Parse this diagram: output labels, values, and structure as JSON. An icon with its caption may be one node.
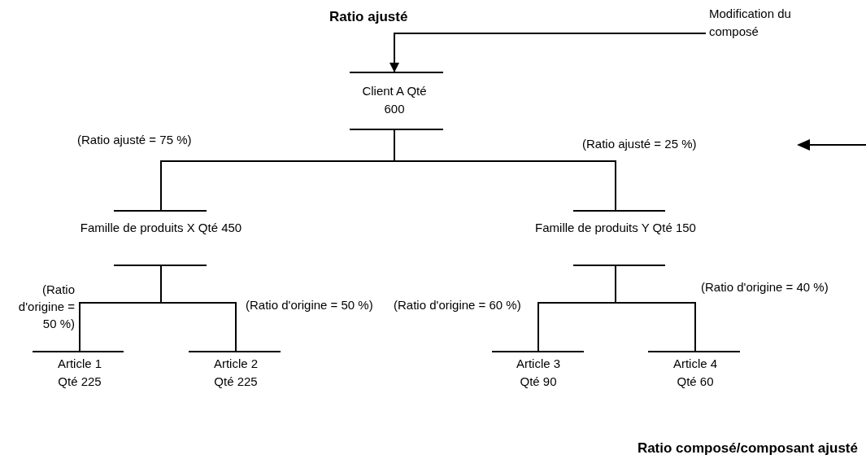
{
  "diagram": {
    "title": "Ratio ajusté",
    "caption": "Ratio composé/composant ajusté",
    "nodes": [
      {
        "text": [
          "Client A Qté 600"
        ]
      },
      {
        "text": [
          "Famille de produits X Qté 450"
        ]
      },
      {
        "text": [
          "Famille de produits Y Qté 150"
        ]
      },
      {
        "text": [
          "Article 1 Qté 225"
        ]
      },
      {
        "text": [
          "Article 2 Qté 225"
        ]
      },
      {
        "text": [
          "Article 3 Qté 90"
        ]
      },
      {
        "text": [
          "Article 4 Qté 60"
        ]
      },
      {
        "text": [
          "Modification du composé"
        ]
      }
    ],
    "edges": [
      {
        "from": 7,
        "to": 0,
        "arrow": "to"
      },
      {
        "from": 0,
        "to": 1,
        "arrow": "none",
        "label": "(Ratio ajusté = 75 %)"
      },
      {
        "from": 0,
        "to": 2,
        "arrow": "none",
        "label": "(Ratio ajusté = 25 %)"
      },
      {
        "from": 1,
        "to": 3,
        "arrow": "none",
        "label": "(Ratio d'origine = 50 %)"
      },
      {
        "from": 1,
        "to": 4,
        "arrow": "none",
        "label": "(Ratio d'origine = 50 %)"
      },
      {
        "from": 2,
        "to": 5,
        "arrow": "none",
        "label": "(Ratio d'origine = 60 %)"
      },
      {
        "from": 2,
        "to": 6,
        "arrow": "none",
        "label": "(Ratio d'origine = 40 %)"
      }
    ]
  }
}
